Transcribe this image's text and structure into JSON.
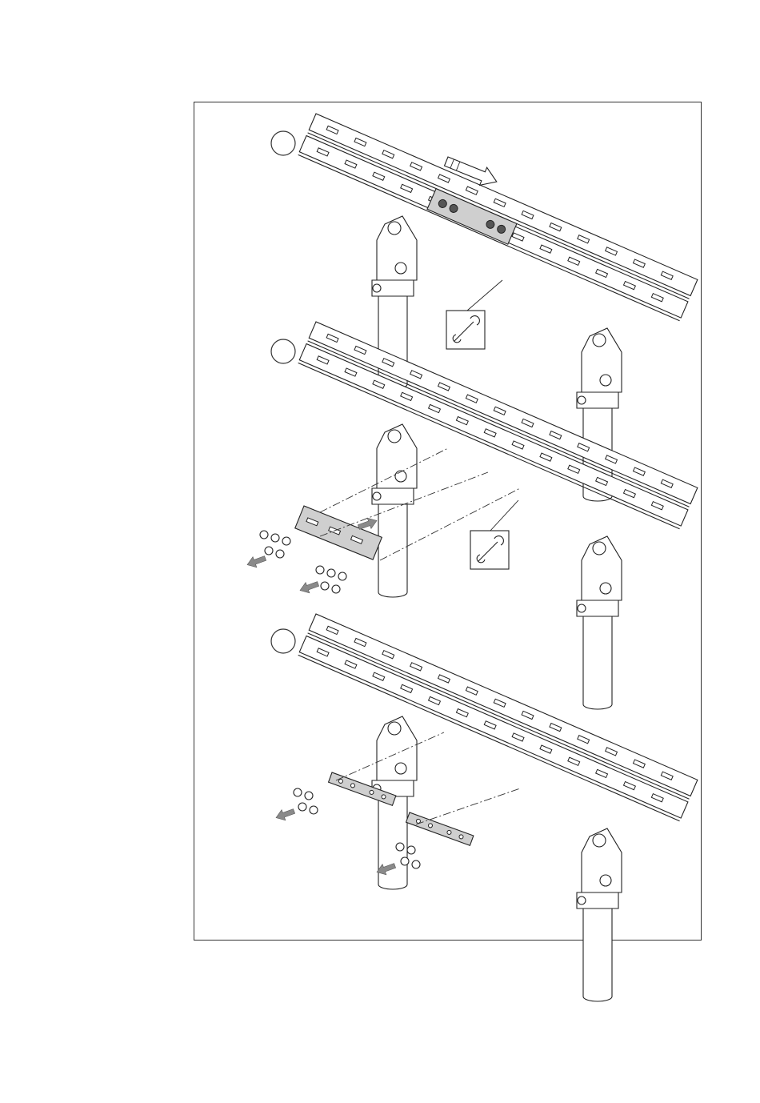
{
  "figure": {
    "steps": [
      {
        "id": "step-1",
        "tool": "wrench-icon",
        "action": "slide-rail",
        "arrows": [
          "slide-arrow"
        ]
      },
      {
        "id": "step-2",
        "tool": "wrench-icon",
        "action": "remove-splice-plate",
        "arrows": [
          "plate-arrow",
          "bolt-arrow-1",
          "bolt-arrow-2"
        ]
      },
      {
        "id": "step-3",
        "tool": null,
        "action": "remove-small-plates",
        "arrows": [
          "bolt-arrow-3",
          "bolt-arrow-4"
        ]
      }
    ],
    "colors": {
      "line": "#222222",
      "plate_fill": "#cfcfcf",
      "arrow_fill": "#8a8a8a"
    }
  }
}
